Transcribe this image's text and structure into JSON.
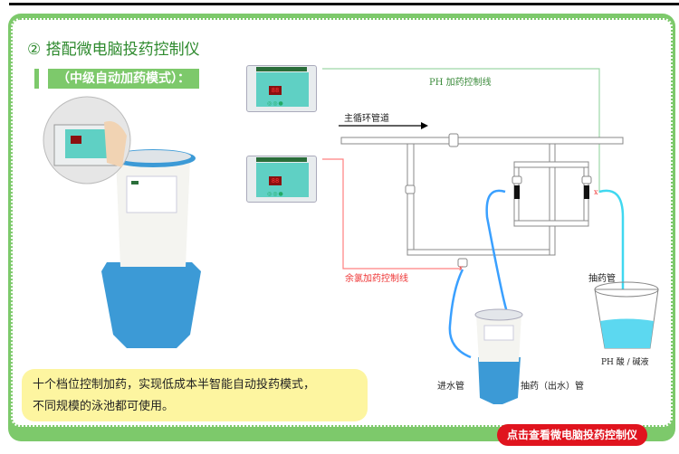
{
  "title": "② 搭配微电脑投药控制仪",
  "subtitle": "（中级自动加药模式）：",
  "diagram": {
    "ph_line_label": "PH 加药控制线",
    "main_pipe_label": "主循环管道",
    "chlorine_line_label": "余氯加药控制线",
    "suction_pipe_label": "抽药管",
    "liquid_label": "PH 酸 / 碱液",
    "inlet_label": "进水管",
    "outlet_label": "抽药（出水）管",
    "controller_display": "88",
    "colors": {
      "ph_line": "#9ed8a8",
      "chlorine_line": "#ff8080",
      "hose": "#3aa0ff",
      "bucket_base": "#3c9ad6"
    }
  },
  "note": {
    "line1": "十个档位控制加药，实现低成本半智能自动投药模式，",
    "line2": "不同规模的泳池都可使用。"
  },
  "cta_label": "点击查看微电脑投药控制仪"
}
